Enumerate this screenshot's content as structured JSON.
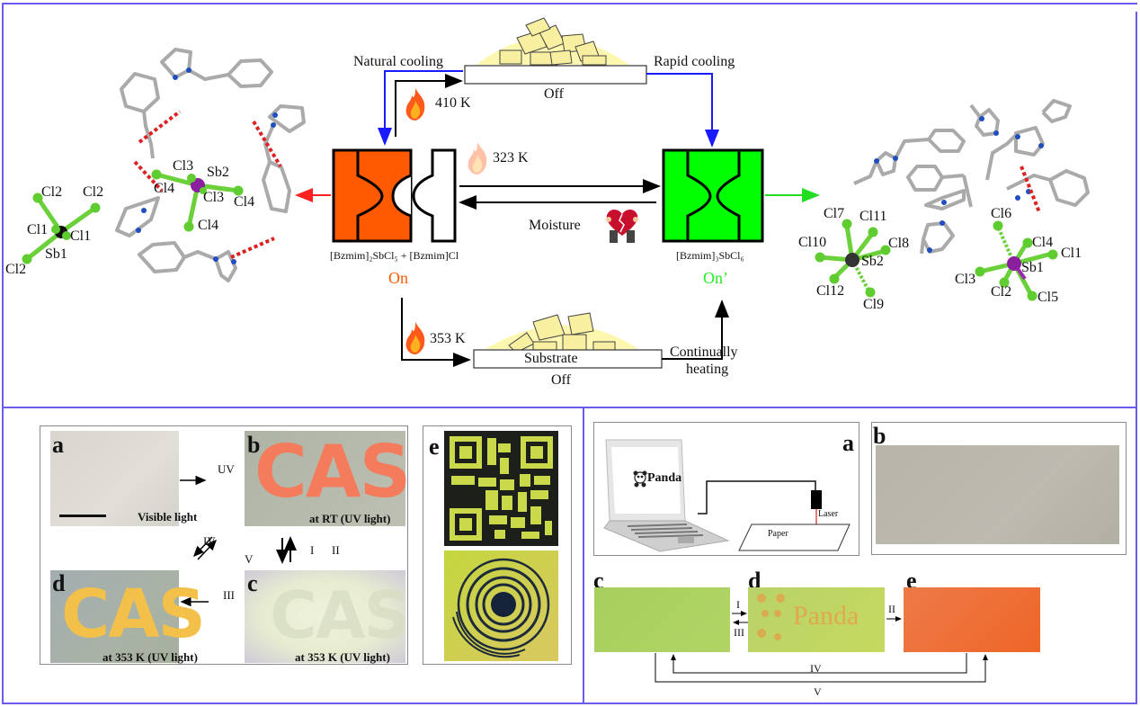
{
  "figure": {
    "top_panel": {
      "natural_cooling": "Natural cooling",
      "rapid_cooling": "Rapid cooling",
      "off_top": "Off",
      "temp_410": "410 K",
      "temp_323": "323 K",
      "temp_353": "353 K",
      "moisture": "Moisture",
      "left_formula": "[Bzmim]₂SbCl₅ + [Bzmim]Cl",
      "right_formula": "[Bzmim]₃SbCl₆",
      "state_on": "On",
      "state_on_prime": "On’",
      "substrate": "Substrate",
      "off_bottom": "Off",
      "continually": "Continually",
      "heating": "heating",
      "colors": {
        "orange_state": "#ff5a00",
        "green_state": "#00ff00",
        "cooling_arrow": "#1a1aff",
        "red_arrow": "#ff2020",
        "green_arrow": "#22dd22",
        "frame": "#6b5cf0"
      },
      "left_structure": {
        "sb1_labels": [
          "Cl2",
          "Cl2",
          "Cl1",
          "Cl1",
          "Sb1",
          "Cl2"
        ],
        "sb2_labels": [
          "Cl3",
          "Sb2",
          "Cl4",
          "Cl3",
          "Cl4",
          "Cl4"
        ]
      },
      "right_structure": {
        "sb2_labels": [
          "Cl7",
          "Cl11",
          "Cl10",
          "Cl8",
          "Sb2",
          "Cl12",
          "Cl9"
        ],
        "sb1_labels": [
          "Cl6",
          "Cl4",
          "Cl1",
          "Sb1",
          "Cl3",
          "Cl2",
          "Cl5"
        ]
      }
    },
    "bottom_left": {
      "panels": {
        "a": {
          "letter": "a",
          "caption": "Visible light"
        },
        "b": {
          "letter": "b",
          "caption": "at RT (UV light)",
          "text": "CAS"
        },
        "c": {
          "letter": "c",
          "caption": "at 353 K (UV light)",
          "text": "CAS"
        },
        "d": {
          "letter": "d",
          "caption": "at 353 K (UV light)",
          "text": "CAS"
        },
        "e": {
          "letter": "e"
        }
      },
      "arrows": {
        "uv": "UV",
        "i": "I",
        "ii": "II",
        "iii": "III",
        "iv": "IV",
        "v": "V"
      }
    },
    "bottom_right": {
      "panels": {
        "a": {
          "letter": "a",
          "screen_text": "Panda",
          "laser": "Laser",
          "paper": "Paper"
        },
        "b": {
          "letter": "b"
        },
        "c": {
          "letter": "c"
        },
        "d": {
          "letter": "d",
          "text": "Panda"
        },
        "e": {
          "letter": "e"
        }
      },
      "arrows": {
        "i": "I",
        "ii": "II",
        "iii": "III",
        "iv": "IV",
        "v": "V"
      }
    }
  }
}
